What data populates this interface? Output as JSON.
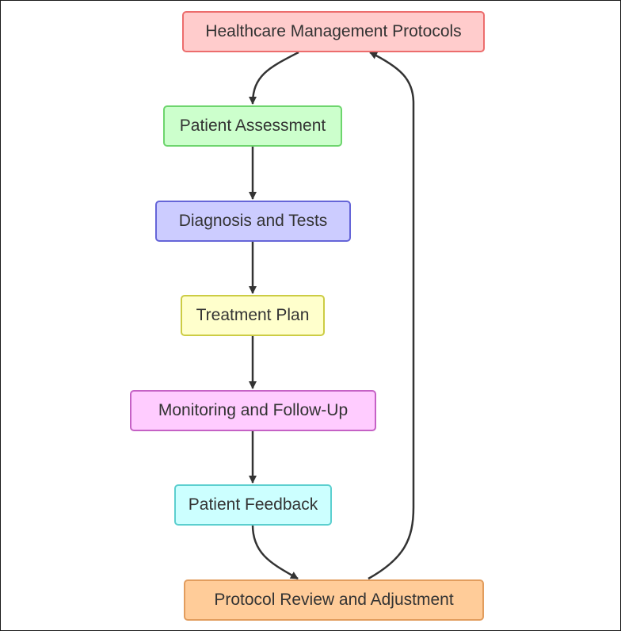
{
  "nodes": [
    {
      "id": "n1",
      "label": "Healthcare Management Protocols",
      "fill": "#ffcccc",
      "stroke": "#ec6d6d"
    },
    {
      "id": "n2",
      "label": "Patient Assessment",
      "fill": "#ccffcc",
      "stroke": "#6dd56d"
    },
    {
      "id": "n3",
      "label": "Diagnosis and Tests",
      "fill": "#ccccff",
      "stroke": "#6565d8"
    },
    {
      "id": "n4",
      "label": "Treatment Plan",
      "fill": "#ffffcc",
      "stroke": "#cccc44"
    },
    {
      "id": "n5",
      "label": "Monitoring and Follow-Up",
      "fill": "#ffccff",
      "stroke": "#c561c5"
    },
    {
      "id": "n6",
      "label": "Patient Feedback",
      "fill": "#ccffff",
      "stroke": "#5ccfcf"
    },
    {
      "id": "n7",
      "label": "Protocol Review and Adjustment",
      "fill": "#ffcc99",
      "stroke": "#e29d5e"
    }
  ],
  "edges": [
    {
      "from": "Healthcare Management Protocols",
      "to": "Patient Assessment"
    },
    {
      "from": "Patient Assessment",
      "to": "Diagnosis and Tests"
    },
    {
      "from": "Diagnosis and Tests",
      "to": "Treatment Plan"
    },
    {
      "from": "Treatment Plan",
      "to": "Monitoring and Follow-Up"
    },
    {
      "from": "Monitoring and Follow-Up",
      "to": "Patient Feedback"
    },
    {
      "from": "Patient Feedback",
      "to": "Protocol Review and Adjustment"
    },
    {
      "from": "Protocol Review and Adjustment",
      "to": "Healthcare Management Protocols"
    }
  ],
  "edge_color": "#333333"
}
